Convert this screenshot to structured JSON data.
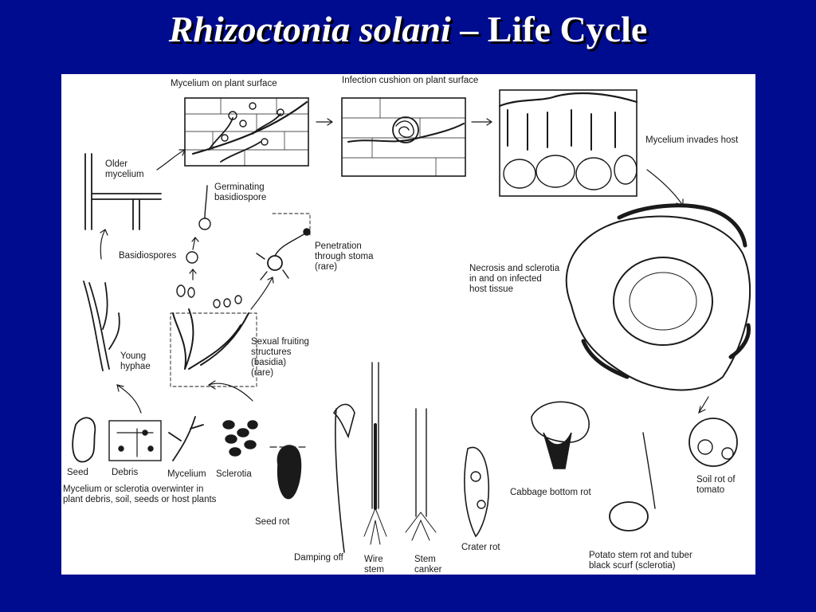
{
  "slide": {
    "title_italic": "Rhizoctonia solani",
    "title_rest": " – Life Cycle"
  },
  "diagram": {
    "labels": {
      "mycelium_surface": "Mycelium on plant surface",
      "infection_cushion": "Infection cushion on plant surface",
      "mycelium_invades": "Mycelium invades host",
      "older_mycelium": "Older\nmycelium",
      "germinating_basidiospore": "Germinating\nbasidiospore",
      "basidiospores": "Basidiospores",
      "penetration": "Penetration\nthrough stoma\n(rare)",
      "necrosis": "Necrosis and sclerotia\nin and on infected\nhost tissue",
      "young_hyphae": "Young\nhyphae",
      "sexual_fruiting": "Sexual fruiting\nstructures\n(basidia)\n(rare)",
      "seed": "Seed",
      "debris": "Debris",
      "mycelium": "Mycelium",
      "sclerotia": "Sclerotia",
      "overwinter": "Mycelium or sclerotia overwinter in\nplant debris, soil, seeds or host plants",
      "seed_rot": "Seed rot",
      "damping_off": "Damping off",
      "wire_stem": "Wire\nstem",
      "stem_canker": "Stem\ncanker",
      "crater_rot": "Crater rot",
      "cabbage_bottom_rot": "Cabbage bottom rot",
      "potato_stem_rot": "Potato stem rot and tuber\nblack scurf (sclerotia)",
      "soil_rot_tomato": "Soil rot of\ntomato"
    }
  }
}
